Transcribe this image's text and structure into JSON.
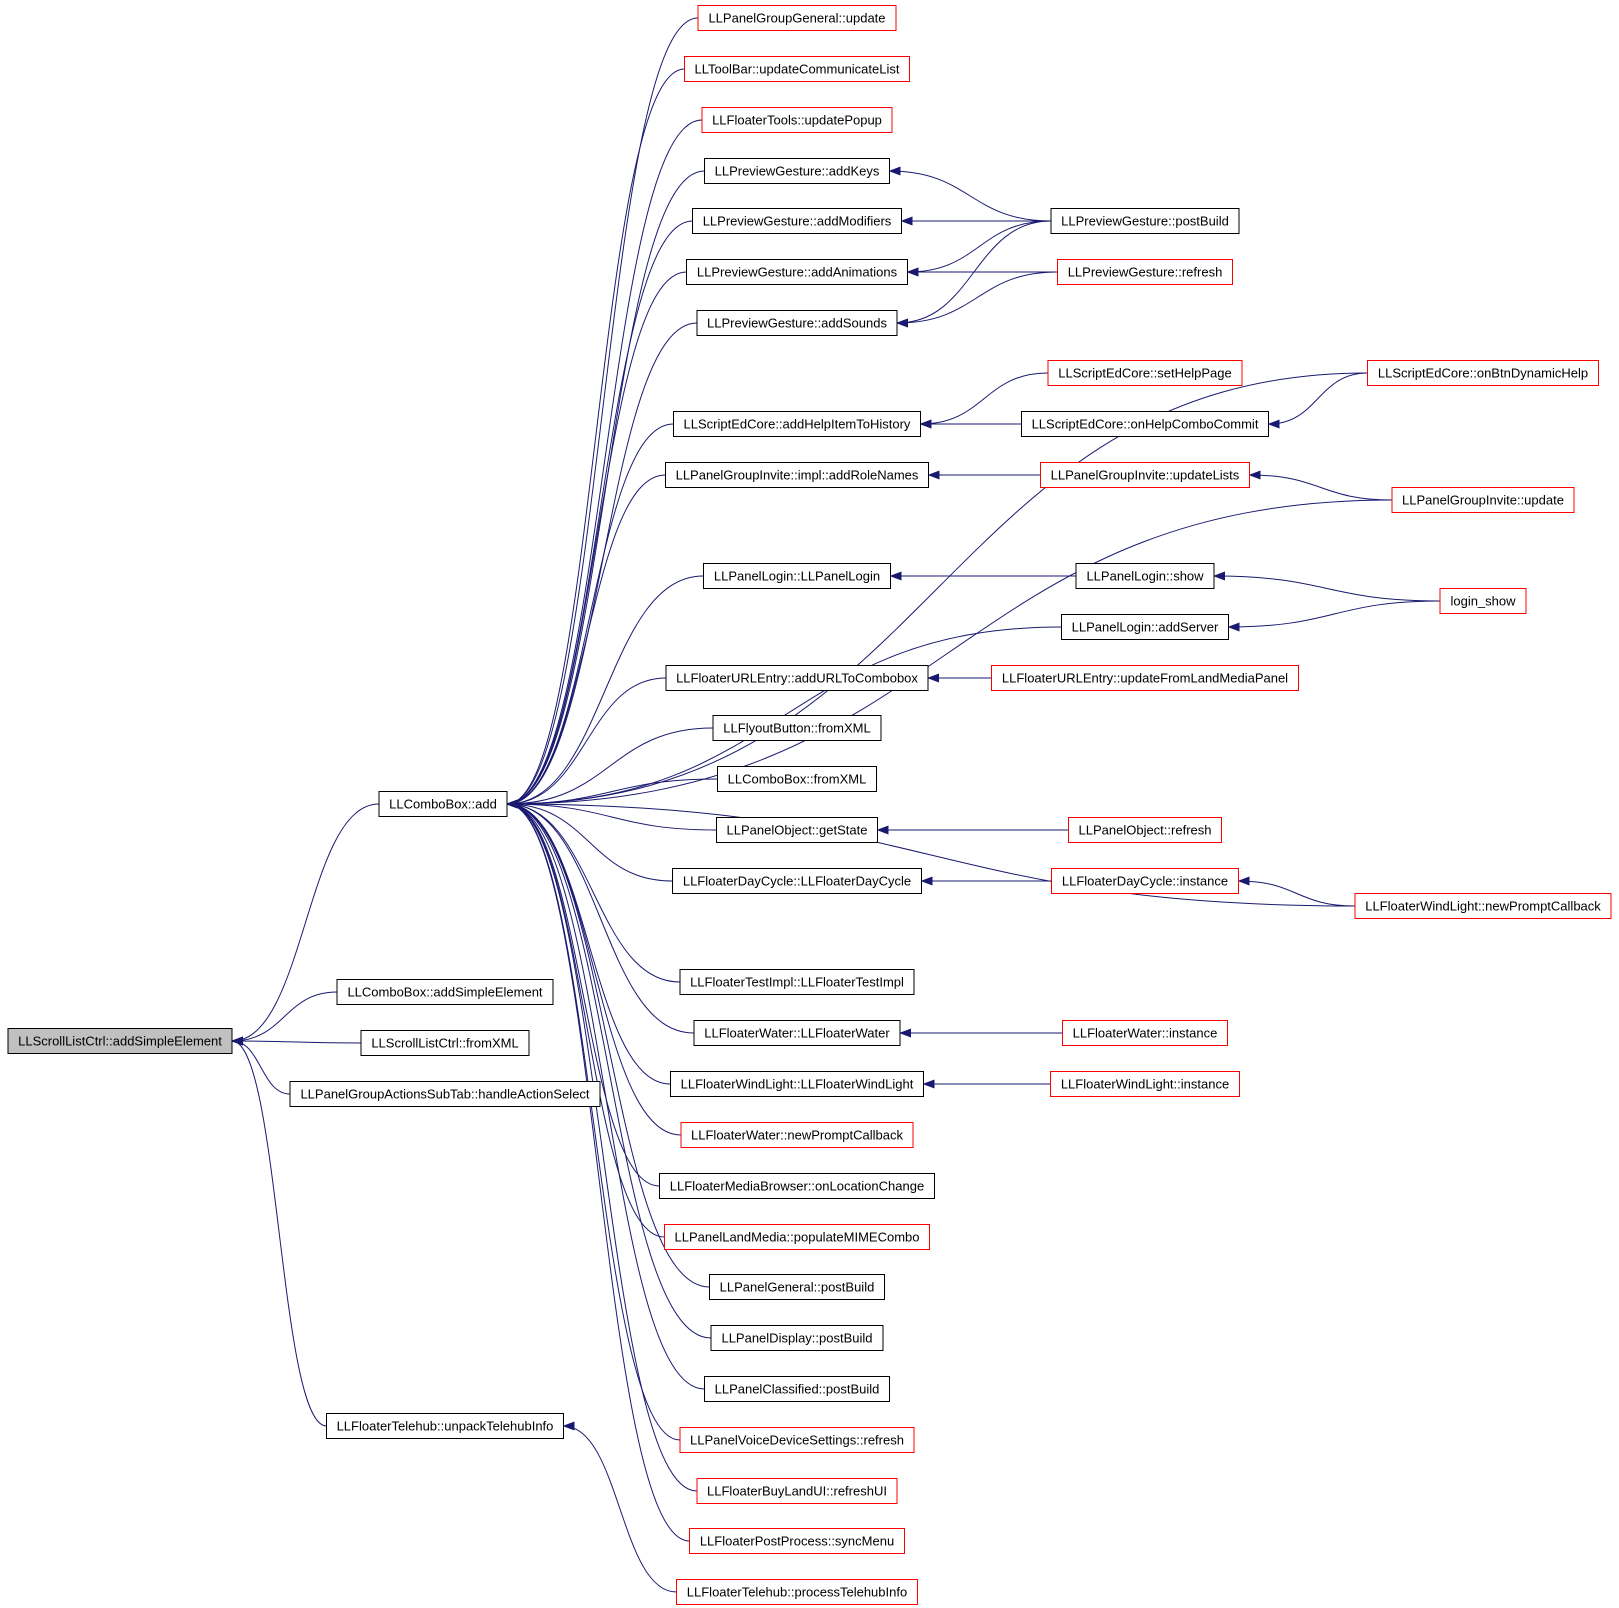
{
  "colors": {
    "edge": "#191970",
    "root_fill": "#c0c0c0",
    "node_border_default": "#000000",
    "node_border_truncated": "#ff0000"
  },
  "nodes": [
    {
      "id": "n_root",
      "label": "LLScrollListCtrl::addSimpleElement",
      "style": "root"
    },
    {
      "id": "n_cb_add",
      "label": "LLComboBox::add",
      "style": "normal"
    },
    {
      "id": "n_cb_addse",
      "label": "LLComboBox::addSimpleElement",
      "style": "normal"
    },
    {
      "id": "n_slc_fromxml",
      "label": "LLScrollListCtrl::fromXML",
      "style": "normal"
    },
    {
      "id": "n_pgast",
      "label": "LLPanelGroupActionsSubTab::handleActionSelect",
      "style": "normal"
    },
    {
      "id": "n_fth_unpack",
      "label": "LLFloaterTelehub::unpackTelehubInfo",
      "style": "normal"
    },
    {
      "id": "n_pgg_update",
      "label": "LLPanelGroupGeneral::update",
      "style": "truncated"
    },
    {
      "id": "n_tb_ucl",
      "label": "LLToolBar::updateCommunicateList",
      "style": "truncated"
    },
    {
      "id": "n_ft_up",
      "label": "LLFloaterTools::updatePopup",
      "style": "truncated"
    },
    {
      "id": "n_pg_addkeys",
      "label": "LLPreviewGesture::addKeys",
      "style": "normal"
    },
    {
      "id": "n_pg_addmod",
      "label": "LLPreviewGesture::addModifiers",
      "style": "normal"
    },
    {
      "id": "n_pg_addanim",
      "label": "LLPreviewGesture::addAnimations",
      "style": "normal"
    },
    {
      "id": "n_pg_addsnd",
      "label": "LLPreviewGesture::addSounds",
      "style": "normal"
    },
    {
      "id": "n_sec_addhelp",
      "label": "LLScriptEdCore::addHelpItemToHistory",
      "style": "normal"
    },
    {
      "id": "n_pgi_addrole",
      "label": "LLPanelGroupInvite::impl::addRoleNames",
      "style": "normal"
    },
    {
      "id": "n_pl_ctor",
      "label": "LLPanelLogin::LLPanelLogin",
      "style": "normal"
    },
    {
      "id": "n_fue_add",
      "label": "LLFloaterURLEntry::addURLToCombobox",
      "style": "normal"
    },
    {
      "id": "n_fb_fromxml",
      "label": "LLFlyoutButton::fromXML",
      "style": "normal"
    },
    {
      "id": "n_cb_fromxml",
      "label": "LLComboBox::fromXML",
      "style": "normal"
    },
    {
      "id": "n_po_getstate",
      "label": "LLPanelObject::getState",
      "style": "normal"
    },
    {
      "id": "n_fdc_ctor",
      "label": "LLFloaterDayCycle::LLFloaterDayCycle",
      "style": "normal"
    },
    {
      "id": "n_fti_ctor",
      "label": "LLFloaterTestImpl::LLFloaterTestImpl",
      "style": "normal"
    },
    {
      "id": "n_fw_ctor",
      "label": "LLFloaterWater::LLFloaterWater",
      "style": "normal"
    },
    {
      "id": "n_fwl_ctor",
      "label": "LLFloaterWindLight::LLFloaterWindLight",
      "style": "normal"
    },
    {
      "id": "n_fw_npc",
      "label": "LLFloaterWater::newPromptCallback",
      "style": "truncated"
    },
    {
      "id": "n_fmb_loc",
      "label": "LLFloaterMediaBrowser::onLocationChange",
      "style": "normal"
    },
    {
      "id": "n_plm_pop",
      "label": "LLPanelLandMedia::populateMIMECombo",
      "style": "truncated"
    },
    {
      "id": "n_pgen_pb",
      "label": "LLPanelGeneral::postBuild",
      "style": "normal"
    },
    {
      "id": "n_pdisp_pb",
      "label": "LLPanelDisplay::postBuild",
      "style": "normal"
    },
    {
      "id": "n_pcls_pb",
      "label": "LLPanelClassified::postBuild",
      "style": "normal"
    },
    {
      "id": "n_pvds_ref",
      "label": "LLPanelVoiceDeviceSettings::refresh",
      "style": "truncated"
    },
    {
      "id": "n_fblu_ref",
      "label": "LLFloaterBuyLandUI::refreshUI",
      "style": "truncated"
    },
    {
      "id": "n_fpp_sync",
      "label": "LLFloaterPostProcess::syncMenu",
      "style": "truncated"
    },
    {
      "id": "n_fth_proc",
      "label": "LLFloaterTelehub::processTelehubInfo",
      "style": "truncated"
    },
    {
      "id": "n_pg_postbuild",
      "label": "LLPreviewGesture::postBuild",
      "style": "normal"
    },
    {
      "id": "n_pg_refresh",
      "label": "LLPreviewGesture::refresh",
      "style": "truncated"
    },
    {
      "id": "n_sec_sethelp",
      "label": "LLScriptEdCore::setHelpPage",
      "style": "truncated"
    },
    {
      "id": "n_sec_onhelpcb",
      "label": "LLScriptEdCore::onHelpComboCommit",
      "style": "normal"
    },
    {
      "id": "n_sec_onbtn",
      "label": "LLScriptEdCore::onBtnDynamicHelp",
      "style": "truncated"
    },
    {
      "id": "n_pgi_updlists",
      "label": "LLPanelGroupInvite::updateLists",
      "style": "truncated"
    },
    {
      "id": "n_pgi_update",
      "label": "LLPanelGroupInvite::update",
      "style": "truncated"
    },
    {
      "id": "n_pl_show",
      "label": "LLPanelLogin::show",
      "style": "normal"
    },
    {
      "id": "n_pl_addserver",
      "label": "LLPanelLogin::addServer",
      "style": "normal"
    },
    {
      "id": "n_login_show",
      "label": "login_show",
      "style": "truncated"
    },
    {
      "id": "n_fue_upd",
      "label": "LLFloaterURLEntry::updateFromLandMediaPanel",
      "style": "truncated"
    },
    {
      "id": "n_po_refresh",
      "label": "LLPanelObject::refresh",
      "style": "truncated"
    },
    {
      "id": "n_fdc_inst",
      "label": "LLFloaterDayCycle::instance",
      "style": "truncated"
    },
    {
      "id": "n_fwl_npc",
      "label": "LLFloaterWindLight::newPromptCallback",
      "style": "truncated"
    },
    {
      "id": "n_fw_inst",
      "label": "LLFloaterWater::instance",
      "style": "truncated"
    },
    {
      "id": "n_fwl_inst",
      "label": "LLFloaterWindLight::instance",
      "style": "truncated"
    }
  ],
  "edges": [
    [
      "n_cb_add",
      "n_root"
    ],
    [
      "n_cb_addse",
      "n_root"
    ],
    [
      "n_slc_fromxml",
      "n_root"
    ],
    [
      "n_pgast",
      "n_root"
    ],
    [
      "n_fth_unpack",
      "n_root"
    ],
    [
      "n_fth_proc",
      "n_fth_unpack"
    ],
    [
      "n_pgg_update",
      "n_cb_add"
    ],
    [
      "n_tb_ucl",
      "n_cb_add"
    ],
    [
      "n_ft_up",
      "n_cb_add"
    ],
    [
      "n_pg_addkeys",
      "n_cb_add"
    ],
    [
      "n_pg_addmod",
      "n_cb_add"
    ],
    [
      "n_pg_addanim",
      "n_cb_add"
    ],
    [
      "n_pg_addsnd",
      "n_cb_add"
    ],
    [
      "n_sec_onbtn",
      "n_cb_add"
    ],
    [
      "n_sec_addhelp",
      "n_cb_add"
    ],
    [
      "n_pgi_addrole",
      "n_cb_add"
    ],
    [
      "n_pgi_update",
      "n_cb_add"
    ],
    [
      "n_pl_ctor",
      "n_cb_add"
    ],
    [
      "n_pl_addserver",
      "n_cb_add"
    ],
    [
      "n_fue_add",
      "n_cb_add"
    ],
    [
      "n_fb_fromxml",
      "n_cb_add"
    ],
    [
      "n_cb_fromxml",
      "n_cb_add"
    ],
    [
      "n_po_getstate",
      "n_cb_add"
    ],
    [
      "n_fdc_ctor",
      "n_cb_add"
    ],
    [
      "n_fwl_npc",
      "n_cb_add"
    ],
    [
      "n_fti_ctor",
      "n_cb_add"
    ],
    [
      "n_fw_ctor",
      "n_cb_add"
    ],
    [
      "n_fwl_ctor",
      "n_cb_add"
    ],
    [
      "n_fw_npc",
      "n_cb_add"
    ],
    [
      "n_fmb_loc",
      "n_cb_add"
    ],
    [
      "n_plm_pop",
      "n_cb_add"
    ],
    [
      "n_pgen_pb",
      "n_cb_add"
    ],
    [
      "n_pdisp_pb",
      "n_cb_add"
    ],
    [
      "n_pcls_pb",
      "n_cb_add"
    ],
    [
      "n_pvds_ref",
      "n_cb_add"
    ],
    [
      "n_fblu_ref",
      "n_cb_add"
    ],
    [
      "n_fpp_sync",
      "n_cb_add"
    ],
    [
      "n_pg_postbuild",
      "n_pg_addkeys"
    ],
    [
      "n_pg_postbuild",
      "n_pg_addmod"
    ],
    [
      "n_pg_postbuild",
      "n_pg_addanim"
    ],
    [
      "n_pg_postbuild",
      "n_pg_addsnd"
    ],
    [
      "n_pg_refresh",
      "n_pg_addanim"
    ],
    [
      "n_pg_refresh",
      "n_pg_addsnd"
    ],
    [
      "n_sec_sethelp",
      "n_sec_addhelp"
    ],
    [
      "n_sec_onhelpcb",
      "n_sec_addhelp"
    ],
    [
      "n_sec_onbtn",
      "n_sec_onhelpcb"
    ],
    [
      "n_pgi_updlists",
      "n_pgi_addrole"
    ],
    [
      "n_pgi_update",
      "n_pgi_updlists"
    ],
    [
      "n_pl_show",
      "n_pl_ctor"
    ],
    [
      "n_login_show",
      "n_pl_show"
    ],
    [
      "n_login_show",
      "n_pl_addserver"
    ],
    [
      "n_fue_upd",
      "n_fue_add"
    ],
    [
      "n_po_refresh",
      "n_po_getstate"
    ],
    [
      "n_fdc_inst",
      "n_fdc_ctor"
    ],
    [
      "n_fwl_npc",
      "n_fdc_inst"
    ],
    [
      "n_fw_inst",
      "n_fw_ctor"
    ],
    [
      "n_fwl_inst",
      "n_fwl_ctor"
    ]
  ]
}
